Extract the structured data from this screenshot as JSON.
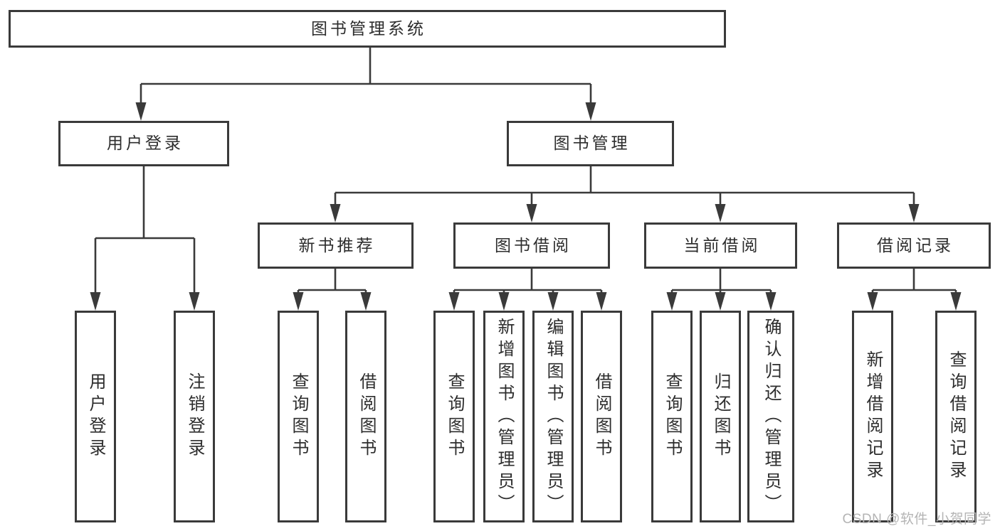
{
  "page": {
    "background": "#ffffff"
  },
  "colors": {
    "line": "#3a3a3a",
    "box_border": "#3a3a3a",
    "text": "#2d2d2d",
    "watermark": "#b4b4b4"
  },
  "nodes": {
    "root": {
      "label": "图书管理系统"
    },
    "user_login": {
      "label": "用户登录"
    },
    "book_mgmt": {
      "label": "图书管理"
    },
    "new_book_rec": {
      "label": "新书推荐"
    },
    "book_borrow": {
      "label": "图书借阅"
    },
    "current_borrow": {
      "label": "当前借阅"
    },
    "borrow_records": {
      "label": "借阅记录"
    },
    "leaf_user_login": {
      "label": "用户登录"
    },
    "leaf_logout": {
      "label": "注销登录"
    },
    "leaf_query_books_rec": {
      "label": "查询图书"
    },
    "leaf_borrow_books_rec": {
      "label": "借阅图书"
    },
    "leaf_query_books_borrow": {
      "label": "查询图书"
    },
    "leaf_add_book_admin": {
      "label": "新增图书（管理员）"
    },
    "leaf_edit_book_admin": {
      "label": "编辑图书（管理员）"
    },
    "leaf_borrow_books_borrow": {
      "label": "借阅图书"
    },
    "leaf_query_books_current": {
      "label": "查询图书"
    },
    "leaf_return_book": {
      "label": "归还图书"
    },
    "leaf_confirm_return_admin": {
      "label": "确认归还（管理员）"
    },
    "leaf_add_borrow_record": {
      "label": "新增借阅记录"
    },
    "leaf_query_borrow_record": {
      "label": "查询借阅记录"
    }
  },
  "watermark": {
    "text": "CSDN @软件_小贺同学"
  }
}
